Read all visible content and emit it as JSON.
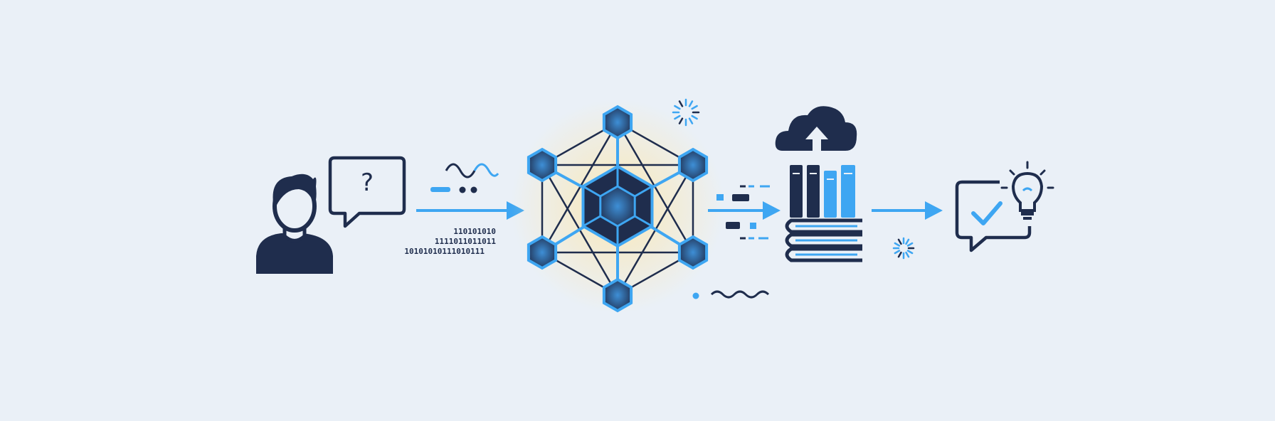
{
  "colors": {
    "background": "#eaf0f7",
    "navy": "#1f2d4d",
    "accent_blue": "#3ea6f2",
    "glow": "#fbe7b0"
  },
  "question_bubble": {
    "symbol": "?"
  },
  "binary": {
    "lines": [
      "110101010",
      "1111011011011",
      "10101010111010111"
    ]
  },
  "icons": [
    "user-icon",
    "question-bubble-icon",
    "arrow-right-icon",
    "neural-network-icon",
    "cloud-upload-icon",
    "books-icon",
    "check-bubble-icon",
    "lightbulb-icon",
    "spinner-icon",
    "wave-icon"
  ]
}
